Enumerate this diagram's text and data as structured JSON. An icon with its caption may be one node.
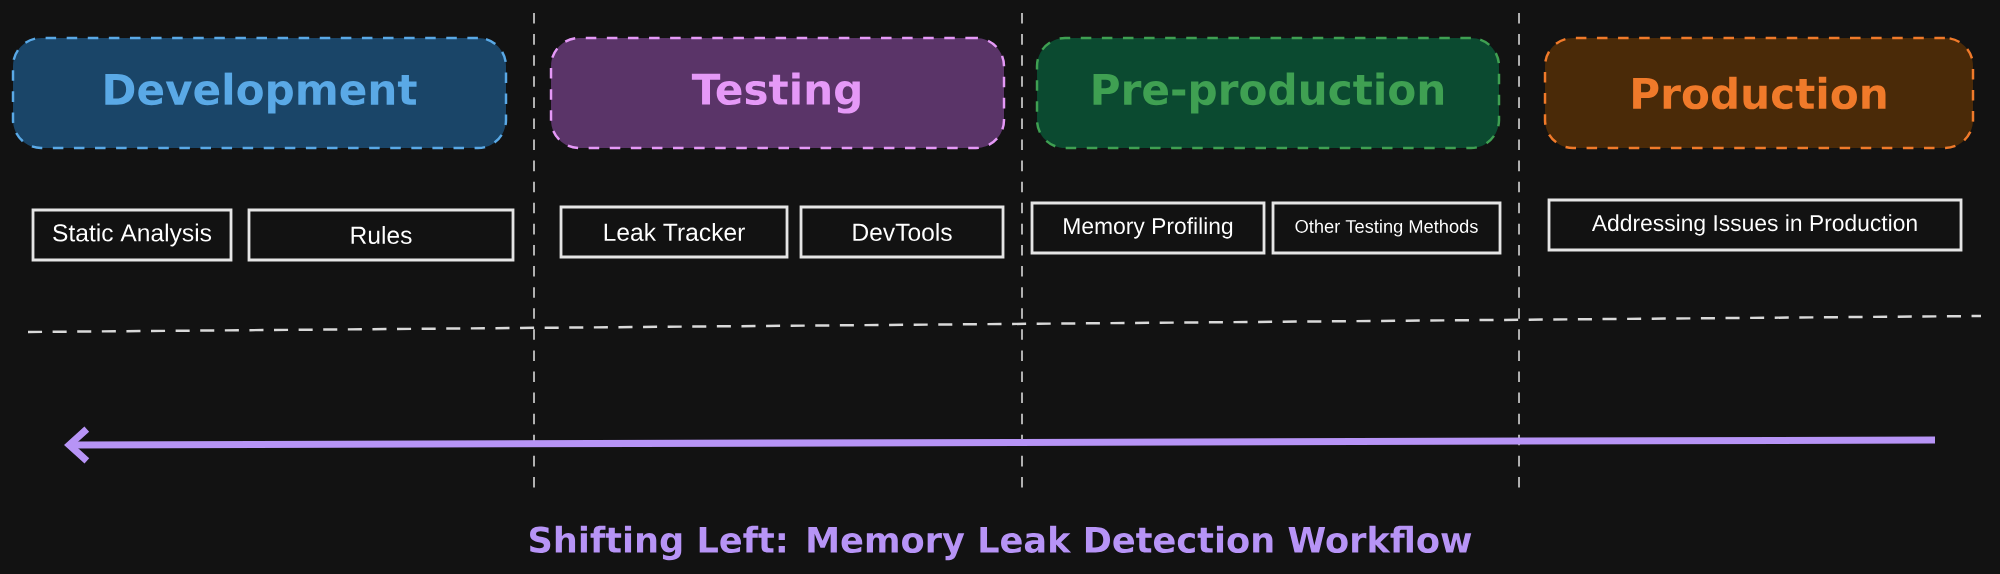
{
  "diagram": {
    "title": "Shifting Left: Memory Leak Detection Workflow",
    "nodes": [
      {
        "text": [
          "Development"
        ]
      },
      {
        "text": [
          "Testing"
        ]
      },
      {
        "text": [
          "Pre-production"
        ]
      },
      {
        "text": [
          "Production"
        ]
      },
      {
        "text": [
          "Static Analysis"
        ]
      },
      {
        "text": [
          "Rules"
        ]
      },
      {
        "text": [
          "Leak Tracker"
        ]
      },
      {
        "text": [
          "DevTools"
        ]
      },
      {
        "text": [
          "Memory Profiling"
        ]
      },
      {
        "text": [
          "Other Testing Methods"
        ]
      },
      {
        "text": [
          "Addressing Issues in Production"
        ]
      }
    ]
  }
}
